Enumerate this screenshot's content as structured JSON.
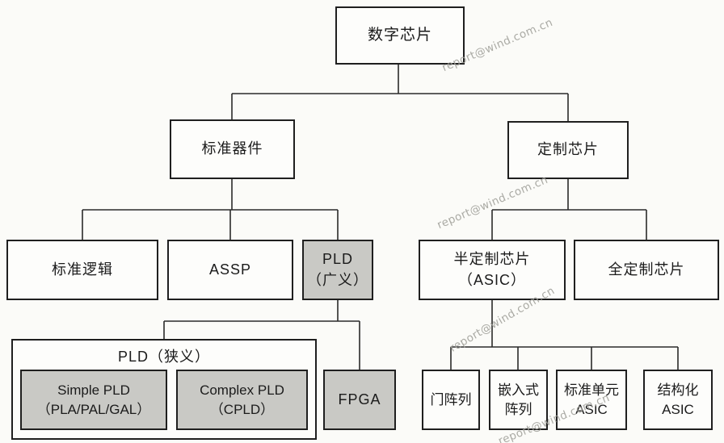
{
  "diagram": {
    "watermark": "report@wind.com.cn",
    "colors": {
      "shaded_fill": "#c9c9c5",
      "plain_fill": "#fdfdfb",
      "border": "#1f1f1f",
      "watermark": "#a2a29c"
    },
    "nodes": {
      "root": {
        "label": "数字芯片"
      },
      "standard_devices": {
        "label": "标准器件"
      },
      "custom_chips": {
        "label": "定制芯片"
      },
      "standard_logic": {
        "label": "标准逻辑"
      },
      "assp": {
        "label": "ASSP"
      },
      "pld_broad": {
        "line1": "PLD",
        "line2": "（广义）"
      },
      "semi_custom": {
        "line1": "半定制芯片",
        "line2": "（ASIC）"
      },
      "full_custom": {
        "label": "全定制芯片"
      },
      "pld_narrow": {
        "label": "PLD（狭义）"
      },
      "simple_pld": {
        "line1": "Simple PLD",
        "line2": "（PLA/PAL/GAL）"
      },
      "complex_pld": {
        "line1": "Complex PLD",
        "line2": "（CPLD）"
      },
      "fpga": {
        "label": "FPGA"
      },
      "gate_array": {
        "label": "门阵列"
      },
      "embedded_array": {
        "line1": "嵌入式",
        "line2": "阵列"
      },
      "standard_cell_asic": {
        "line1": "标准单元",
        "line2": "ASIC"
      },
      "structured_asic": {
        "line1": "结构化",
        "line2": "ASIC"
      }
    }
  }
}
